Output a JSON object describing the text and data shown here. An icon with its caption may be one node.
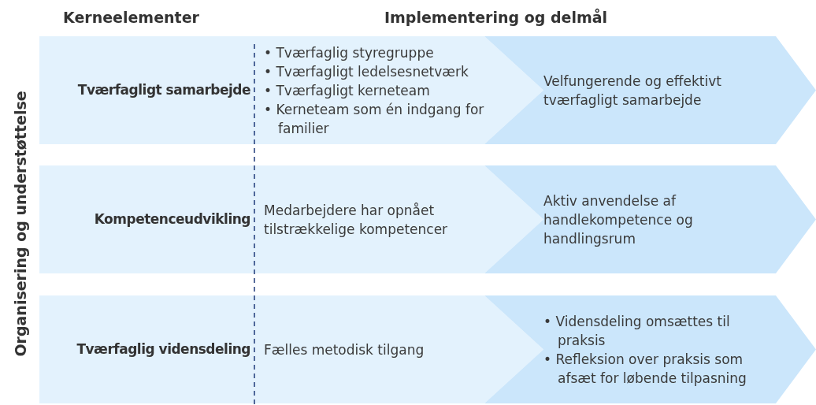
{
  "diagram": {
    "nodes": [
      {
        "text": [
          "Tværfagligt samarbejde",
          "• Tværfaglig styregruppe",
          "• Tværfagligt ledelsesnetværk",
          "• Tværfagligt kerneteam",
          "• Kerneteam som én indgang for familier"
        ]
      },
      {
        "text": [
          "Velfungerende og effektivt tværfagligt samarbejde"
        ]
      },
      {
        "text": [
          "Kompetenceudvikling",
          "Medarbejdere har opnået tilstrækkelige kompetencer"
        ]
      },
      {
        "text": [
          "Aktiv anvendelse af handlekompetence og handlingsrum"
        ]
      },
      {
        "text": [
          "Tværfaglig vidensdeling",
          "Fælles metodisk tilgang"
        ]
      },
      {
        "text": [
          "• Vidensdeling omsættes til praksis",
          "• Refleksion over praksis som afsæt for løbende tilpasning"
        ]
      }
    ],
    "edges": [],
    "labels": [
      "Kerneelementer",
      "Implementering og delmål",
      "Organisering og understøttelse"
    ]
  }
}
